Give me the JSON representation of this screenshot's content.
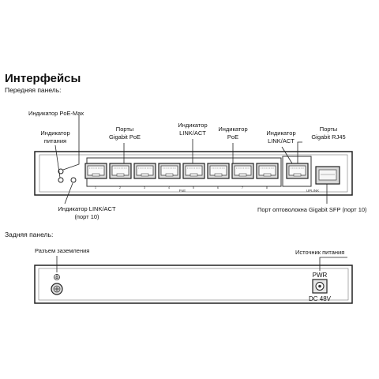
{
  "title": "Интерфейсы",
  "front_panel": {
    "heading": "Передняя панель:",
    "labels": {
      "poe_max_indicator": "Индикатор PoE-Max",
      "power_indicator": [
        "Индикатор",
        "питания"
      ],
      "gigabit_poe_ports": [
        "Порты",
        "Gigabit PoE"
      ],
      "link_act_indicator": [
        "Индикатор",
        "LINK/ACT"
      ],
      "poe_indicator": [
        "Индикатор",
        "PoE"
      ],
      "link_act_indicator_2": [
        "Индикатор",
        "LINK/ACT"
      ],
      "gigabit_rj45_ports": [
        "Порты",
        "Gigabit RJ45"
      ],
      "link_act_port10": [
        "Индикатор LINK/ACT",
        "(порт 10)"
      ],
      "sfp_port": "Порт оптоволокна Gigabit SFP (порт 10)"
    },
    "silk": {
      "poe": "PoE",
      "uplink": "UPLINK",
      "port_numbers": [
        "1",
        "2",
        "3",
        "4",
        "5",
        "6",
        "7",
        "8"
      ]
    }
  },
  "rear_panel": {
    "heading": "Задняя панель:",
    "labels": {
      "ground": "Разъем заземления",
      "power_source": "Источник питания"
    },
    "silk": {
      "pwr": "PWR",
      "dc": "DC 48V"
    }
  }
}
